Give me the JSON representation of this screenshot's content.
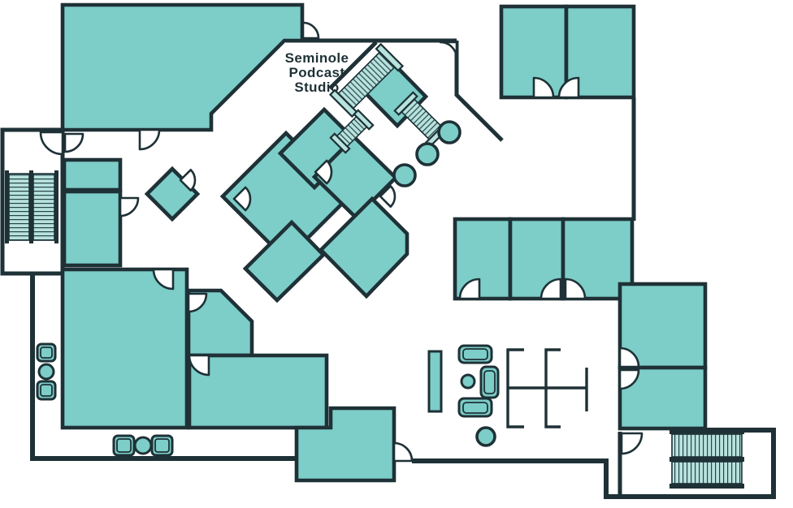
{
  "labels": {
    "studio_line1": "Seminole",
    "studio_line2": "Podcast",
    "studio_line3": "Studio"
  },
  "colors": {
    "room_fill": "#7DCDC8",
    "stair_fill": "#B7E2DD",
    "stair_line": "#27444A",
    "wall": "#1E3136",
    "floor": "#FFFFFF"
  },
  "icons": {
    "staircase": "staircase-icon",
    "door": "door-swing-icon",
    "round_table": "round-table-icon",
    "armchair": "armchair-icon",
    "sofa": "sofa-icon",
    "desk": "desk-partition-icon"
  }
}
